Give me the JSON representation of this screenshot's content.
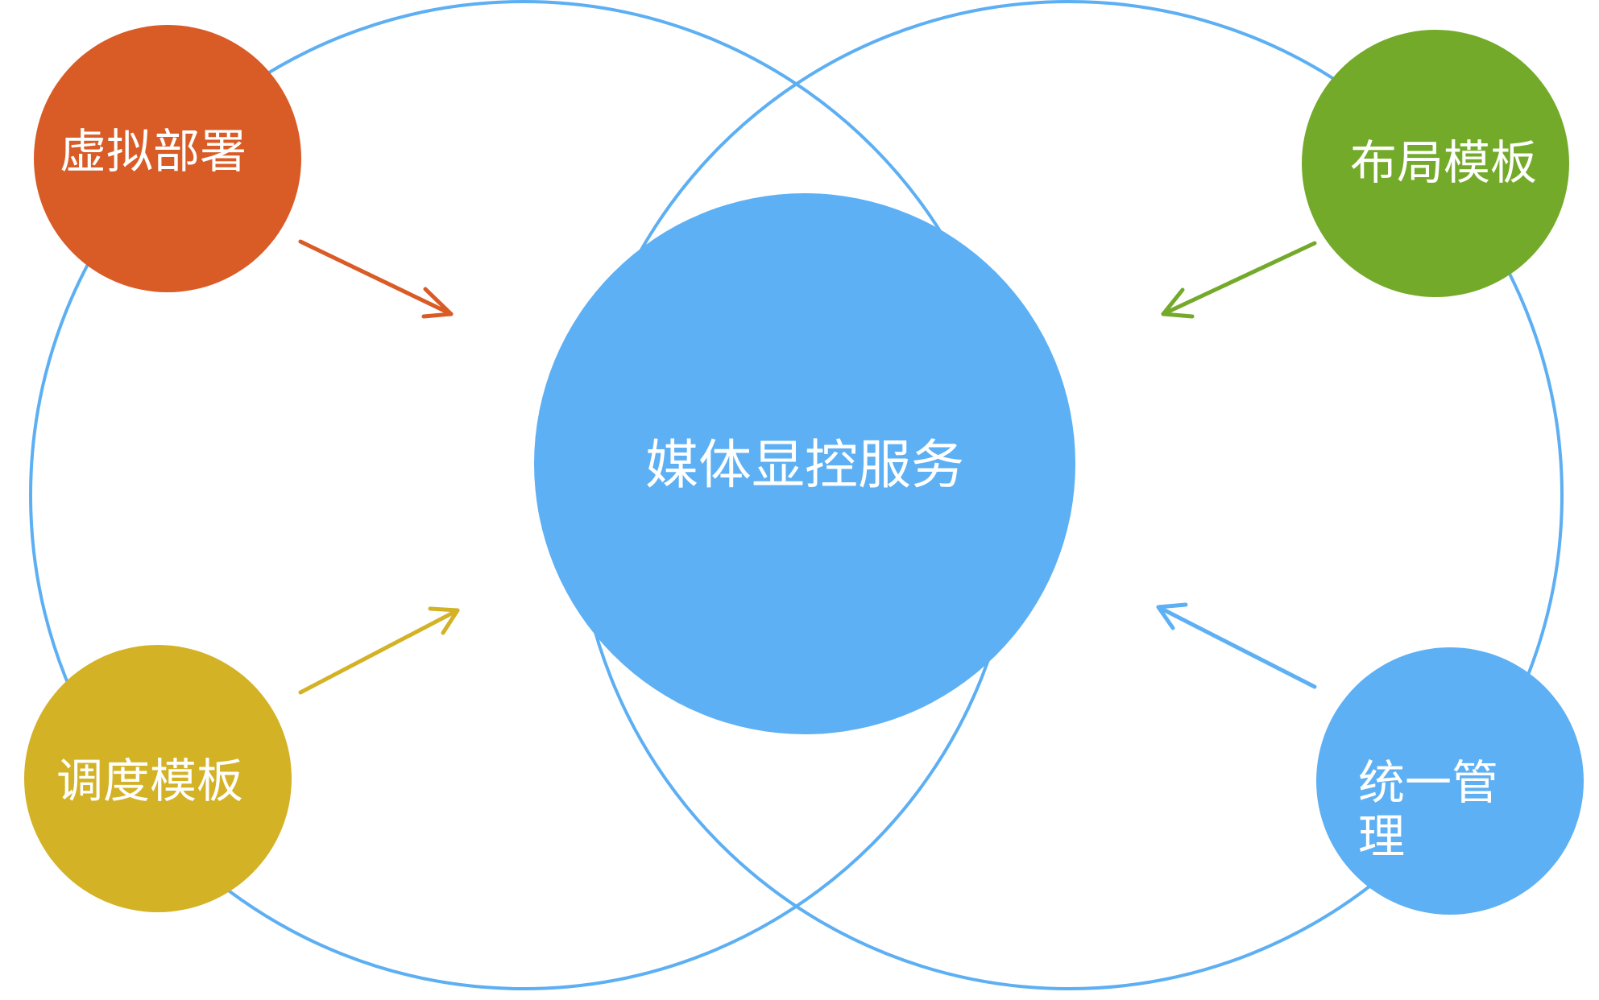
{
  "colors": {
    "background": "#ffffff",
    "ring": "#5daff3",
    "center": "#5db0f4",
    "label_text": "#ffffff",
    "virtual_deploy": "#d95b26",
    "layout_template": "#74aa2a",
    "dispatch_template": "#d3b226",
    "unified_management": "#5db0f4"
  },
  "center": {
    "label": "媒体显控服务"
  },
  "satellites": {
    "virtual_deploy": {
      "label": "虚拟部署"
    },
    "layout_template": {
      "label": "布局模板"
    },
    "dispatch_template": {
      "label": "调度模板"
    },
    "unified_management": {
      "line1": "统一管",
      "line2": "理"
    }
  },
  "icons": {
    "arrow": "arrow-icon"
  }
}
